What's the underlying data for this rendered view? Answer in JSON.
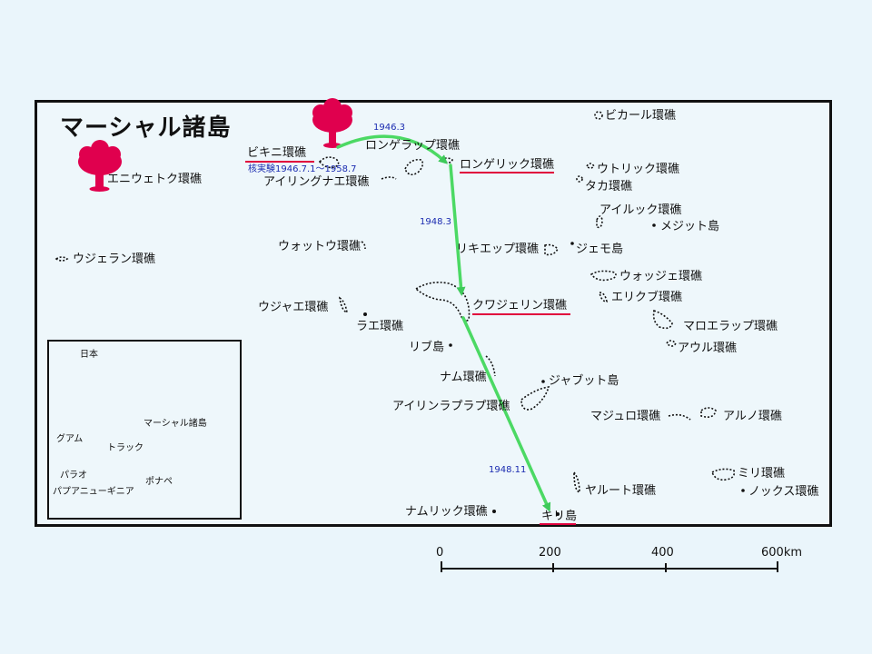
{
  "title": "マーシャル諸島",
  "atolls": {
    "enewetak": "エニウェトク環礁",
    "bikini": "ビキニ環礁",
    "nuclear_tests": "核実験1946.7.1～1958.7",
    "rongelap": "ロンゲラップ環礁",
    "rongerik": "ロンゲリック環礁",
    "ailinginae": "アイリングナエ環礁",
    "bikar": "ビカール環礁",
    "utrik": "ウトリック環礁",
    "taka": "タカ環礁",
    "ailuk": "アイルック環礁",
    "mejit": "メジット島",
    "ujelang": "ウジェラン環礁",
    "wotho": "ウォットウ環礁",
    "likiep": "リキエップ環礁",
    "jemo": "ジェモ島",
    "wotje": "ウォッジェ環礁",
    "erikub": "エリクブ環礁",
    "ujae": "ウジャエ環礁",
    "kwajalein": "クワジェリン環礁",
    "lae": "ラエ環礁",
    "maloelap": "マロエラップ環礁",
    "aur": "アウル環礁",
    "lib": "リブ島",
    "namu": "ナム環礁",
    "jabwot": "ジャブット島",
    "ailinglaplap": "アイリンラプラプ環礁",
    "majuro": "マジュロ環礁",
    "arno": "アルノ環礁",
    "mili": "ミリ環礁",
    "knox": "ノックス環礁",
    "jaluit": "ヤルート環礁",
    "namorik": "ナムリック環礁",
    "kili": "キリ島"
  },
  "years": {
    "y1946": "1946.3",
    "y1948a": "1948.3",
    "y1948b": "1948.11"
  },
  "inset": {
    "japan": "日本",
    "guam": "グアム",
    "truk": "トラック",
    "palau": "パラオ",
    "pohnpei": "ポナペ",
    "png": "パプアニューギニア",
    "marshall": "マーシャル諸島"
  },
  "scale": {
    "t0": "0",
    "t200": "200",
    "t400": "400",
    "t600": "600km"
  },
  "colors": {
    "mushroom_cloud": "#e0004e",
    "route_arrow": "#4cd964",
    "underline": "#e0003c",
    "year_text": "#1a2bb0"
  }
}
